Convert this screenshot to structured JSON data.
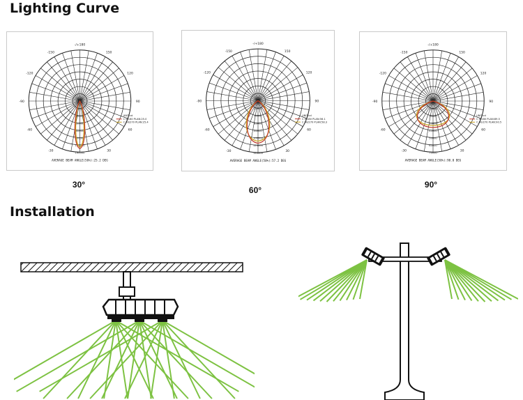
{
  "sections": {
    "lighting_title": "Lighting Curve",
    "installation_title": "Installation"
  },
  "curves": [
    {
      "angle_label": "30°",
      "avg_beam": "AVERAGE BEAM ANGLE(50%):25.2 DEG",
      "legend": {
        "unit": "UNIT:cd",
        "series": [
          "C 0/180 PLAN:25.0",
          "C 90/270 PLAN:25.4"
        ]
      },
      "ring_labels": [
        "20000",
        "40000",
        "60000",
        "80000",
        "100000",
        "120000",
        "140000"
      ]
    },
    {
      "angle_label": "60°",
      "avg_beam": "AVERAGE BEAM ANGLE(50%):57.2 DEG",
      "legend": {
        "unit": "UNIT:cd",
        "series": [
          "C 0/180 PLAN:56.1",
          "C 90/270 PLAN:58.3"
        ]
      },
      "ring_labels": [
        "20000",
        "40000",
        "60000",
        "80000",
        "100000",
        "120000",
        "140000"
      ]
    },
    {
      "angle_label": "90°",
      "avg_beam": "AVERAGE BEAM ANGLE(50%):90.0 DEG",
      "legend": {
        "unit": "UNIT:cd",
        "series": [
          "C 0/180 PLAN:89.5",
          "C 90/270 PLAN:90.5"
        ]
      },
      "ring_labels": [
        "10000",
        "20000",
        "30000",
        "40000",
        "50000",
        "60000",
        "70000"
      ]
    }
  ],
  "polar_angle_labels": [
    "-/+180",
    "150",
    "120",
    "90",
    "60",
    "30",
    "-30",
    "-60",
    "-90",
    "-120",
    "-150"
  ],
  "colors": {
    "c0_curve": "#c0392b",
    "c90_curve": "#c9a21a",
    "beam_green": "#7dc242",
    "grid": "#222222"
  }
}
